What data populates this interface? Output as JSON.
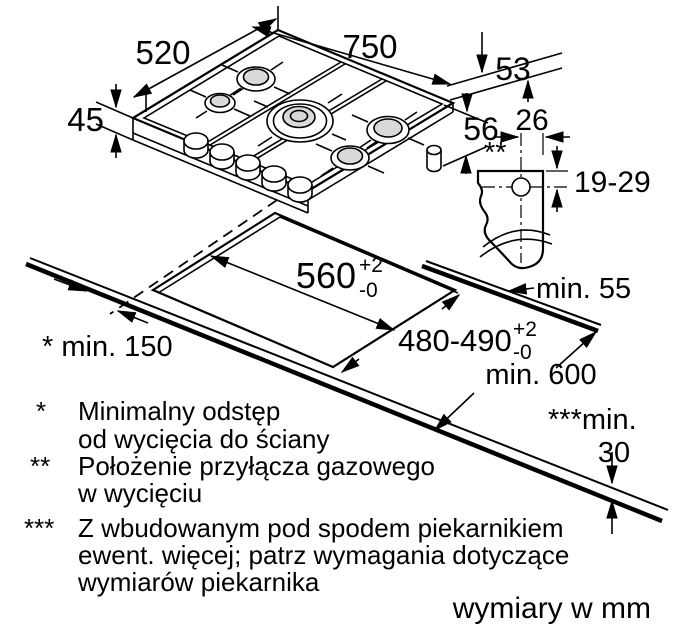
{
  "diagram": {
    "hob": {
      "width": "750",
      "depth": "520",
      "front_height": "45",
      "back_height": "53",
      "connection_height": "56"
    },
    "gas_detail": {
      "axis_offset": "26",
      "marker": "**",
      "depth_range": "19-29",
      "wall_clearance": "min. 55"
    },
    "cutout": {
      "width": "560",
      "width_tol_plus": "+2",
      "width_tol_minus": "-0",
      "depth": "480-490",
      "depth_tol_plus": "+2",
      "depth_tol_minus": "-0"
    },
    "clearances": {
      "side_wall": "* min. 150",
      "worktop_depth": "min. 600",
      "below_marker": "***min.",
      "below_value": "30"
    }
  },
  "footnotes": [
    {
      "marker": "*",
      "line1": "Minimalny odstęp",
      "line2": "od wycięcia do ściany"
    },
    {
      "marker": "**",
      "line1": "Położenie przyłącza gazowego",
      "line2": "w wycięciu"
    },
    {
      "marker": "***",
      "line1": "Z wbudowanym pod spodem piekarnikiem",
      "line2": "ewent. więcej; patrz wymagania dotyczące",
      "line3": "wymiarów piekarnika"
    }
  ],
  "units_note": "wymiary w mm",
  "colors": {
    "line": "#000000",
    "burner_cap": "#d9d9d9",
    "background": "#ffffff"
  }
}
